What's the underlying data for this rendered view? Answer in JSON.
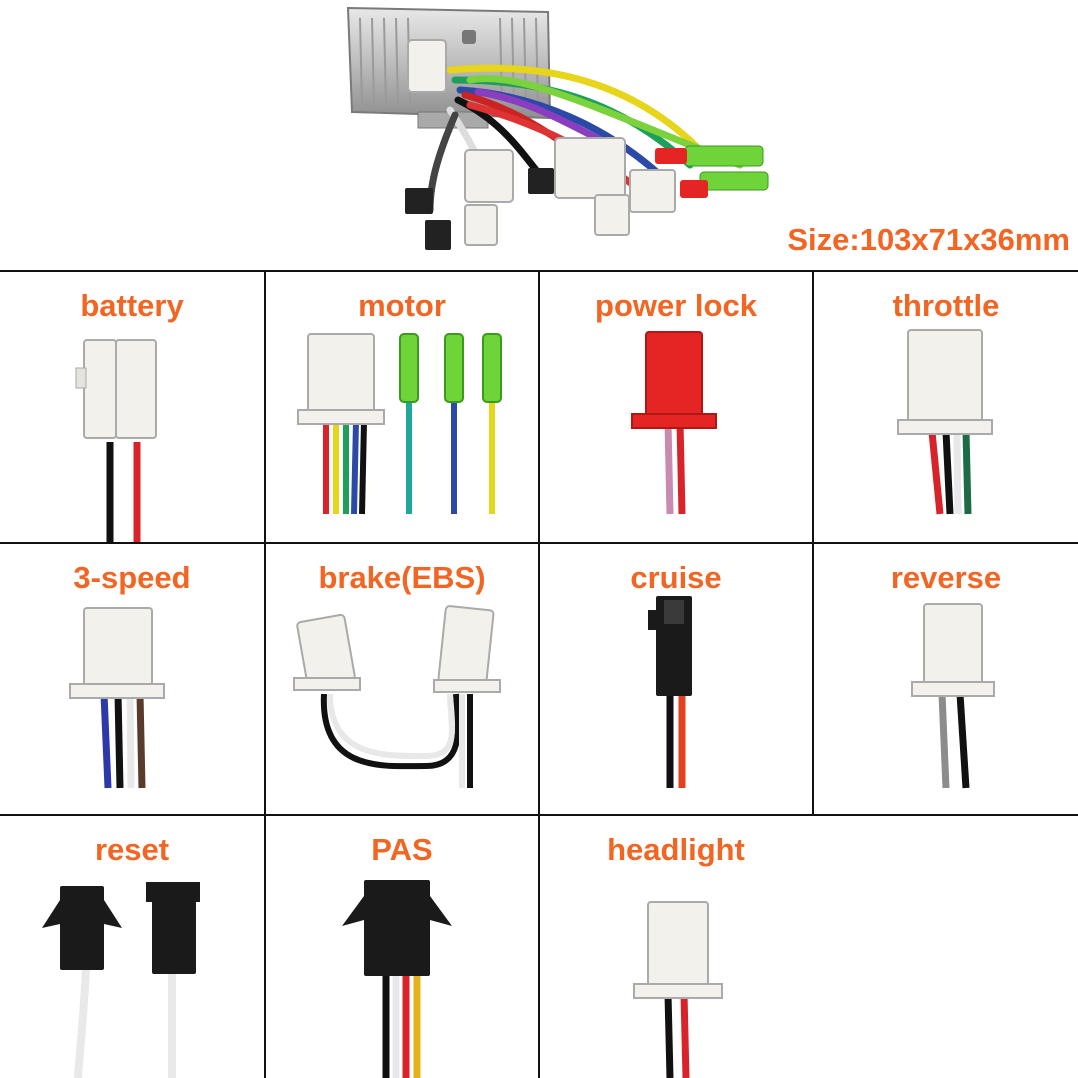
{
  "header": {
    "size_label": "Size:103x71x36mm"
  },
  "connectors": [
    {
      "label": "battery"
    },
    {
      "label": "motor"
    },
    {
      "label": "power lock"
    },
    {
      "label": "throttle"
    },
    {
      "label": "3-speed"
    },
    {
      "label": "brake(EBS)"
    },
    {
      "label": "cruise"
    },
    {
      "label": "reverse"
    },
    {
      "label": "reset"
    },
    {
      "label": "PAS"
    },
    {
      "label": "headlight"
    }
  ],
  "colors": {
    "label_orange": "#f26522",
    "grid_line": "#111111",
    "connector_white": "#f3f1ec",
    "connector_red": "#e52424",
    "connector_black": "#1a1a1a",
    "sleeve_green": "#6fd43a"
  }
}
